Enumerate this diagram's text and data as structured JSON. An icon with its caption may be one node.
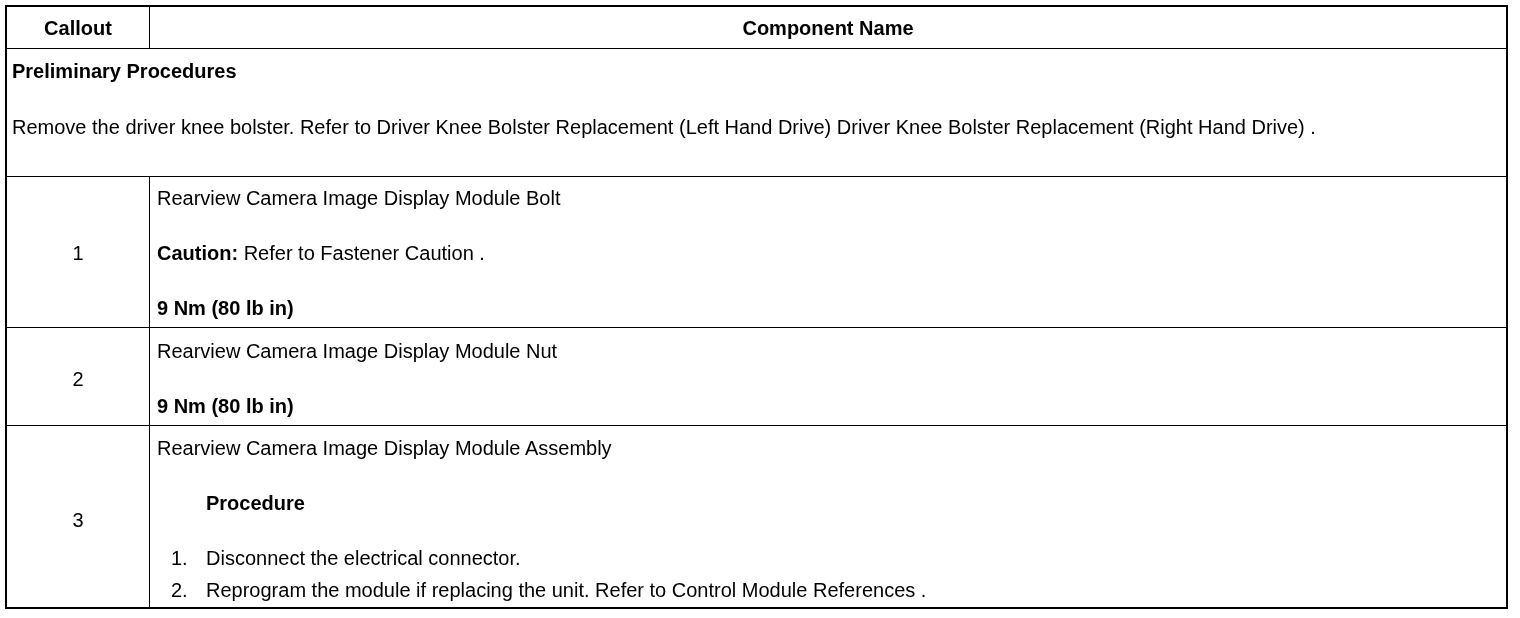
{
  "diagram": {
    "labels": [
      "Callout",
      "Component Name",
      "Preliminary Procedures",
      "Remove the driver knee bolster. Refer to Driver Knee Bolster Replacement (Left Hand Drive) Driver Knee Bolster Replacement (Right Hand Drive) .",
      "1",
      "Rearview Camera Image Display Module Bolt",
      "**Caution:** Refer to Fastener Caution .",
      "9 Nm (80 lb in)",
      "2",
      "Rearview Camera Image Display Module Nut",
      "9 Nm (80 lb in)",
      "3",
      "Rearview Camera Image Display Module Assembly",
      "Procedure",
      "1.",
      "Disconnect the electrical connector.",
      "2.",
      "Reprogram the module if replacing the unit. Refer to Control Module References ."
    ]
  }
}
